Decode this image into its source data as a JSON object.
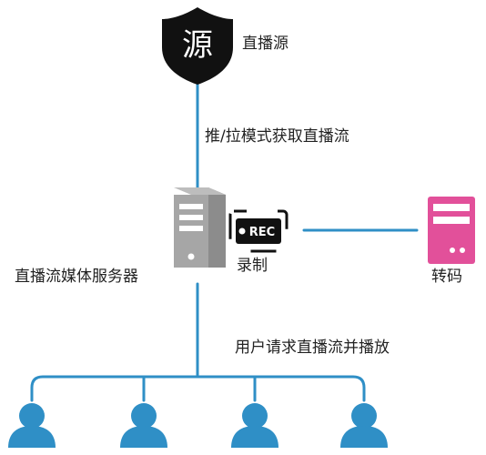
{
  "source": {
    "shield_glyph": "源",
    "label": "直播源"
  },
  "edge_source_server": {
    "label": "推/拉模式获取直播流"
  },
  "server": {
    "label": "直播流媒体服务器"
  },
  "recorder": {
    "badge_text": "REC",
    "label": "录制"
  },
  "transcoder": {
    "label": "转码"
  },
  "edge_server_users": {
    "label": "用户请求直播流并播放"
  },
  "users": [
    {
      "icon": "user-icon"
    },
    {
      "icon": "user-icon"
    },
    {
      "icon": "user-icon"
    },
    {
      "icon": "user-icon"
    }
  ],
  "colors": {
    "line": "#2f8fc6",
    "user": "#2f8fc6",
    "shield": "#111111",
    "server": "#a6a6a6",
    "transcoder": "#e2509a",
    "rec": "#111111"
  }
}
